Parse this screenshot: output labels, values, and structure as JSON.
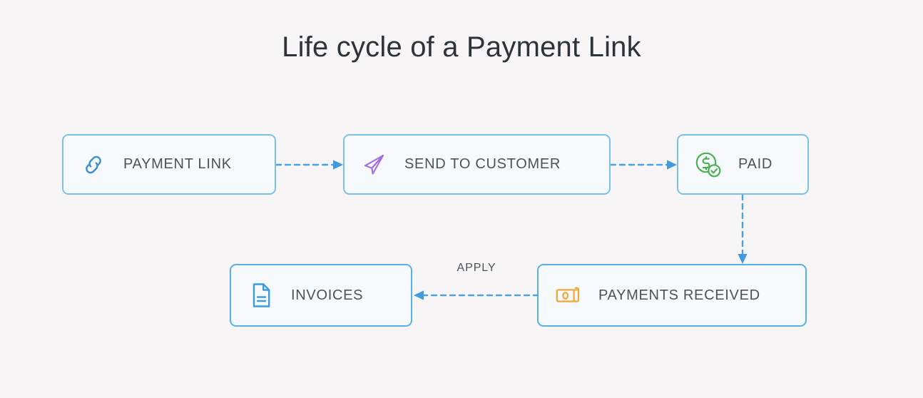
{
  "diagram": {
    "title": "Life cycle of a Payment Link",
    "background_color": "#f7f5f6",
    "node_border_color": "#7cc0ea",
    "node_fill_color": "#f6fafd",
    "connector_color": "#4aa3e0",
    "label_color": "#4c5257",
    "nodes": [
      {
        "id": "payment-link",
        "label": "PAYMENT LINK",
        "icon": "link-icon",
        "icon_color": "#3d8fd0"
      },
      {
        "id": "send-to-customer",
        "label": "SEND TO CUSTOMER",
        "icon": "send-paper-plane-icon",
        "icon_color": "#a56ee0"
      },
      {
        "id": "paid",
        "label": "PAID",
        "icon": "dollar-circle-check-icon",
        "icon_color": "#4cb050"
      },
      {
        "id": "invoices",
        "label": "INVOICES",
        "icon": "document-icon",
        "icon_color": "#3d9be0"
      },
      {
        "id": "payments-received",
        "label": "PAYMENTS RECEIVED",
        "icon": "cash-banknote-icon",
        "icon_color": "#efaa3e"
      }
    ],
    "connectors": [
      {
        "id": "link-to-send",
        "from": "payment-link",
        "to": "send-to-customer",
        "direction": "right",
        "label": ""
      },
      {
        "id": "send-to-paid",
        "from": "send-to-customer",
        "to": "paid",
        "direction": "right",
        "label": ""
      },
      {
        "id": "paid-to-received",
        "from": "paid",
        "to": "payments-received",
        "direction": "down",
        "label": ""
      },
      {
        "id": "received-to-inv",
        "from": "payments-received",
        "to": "invoices",
        "direction": "left",
        "label": "APPLY"
      }
    ]
  }
}
